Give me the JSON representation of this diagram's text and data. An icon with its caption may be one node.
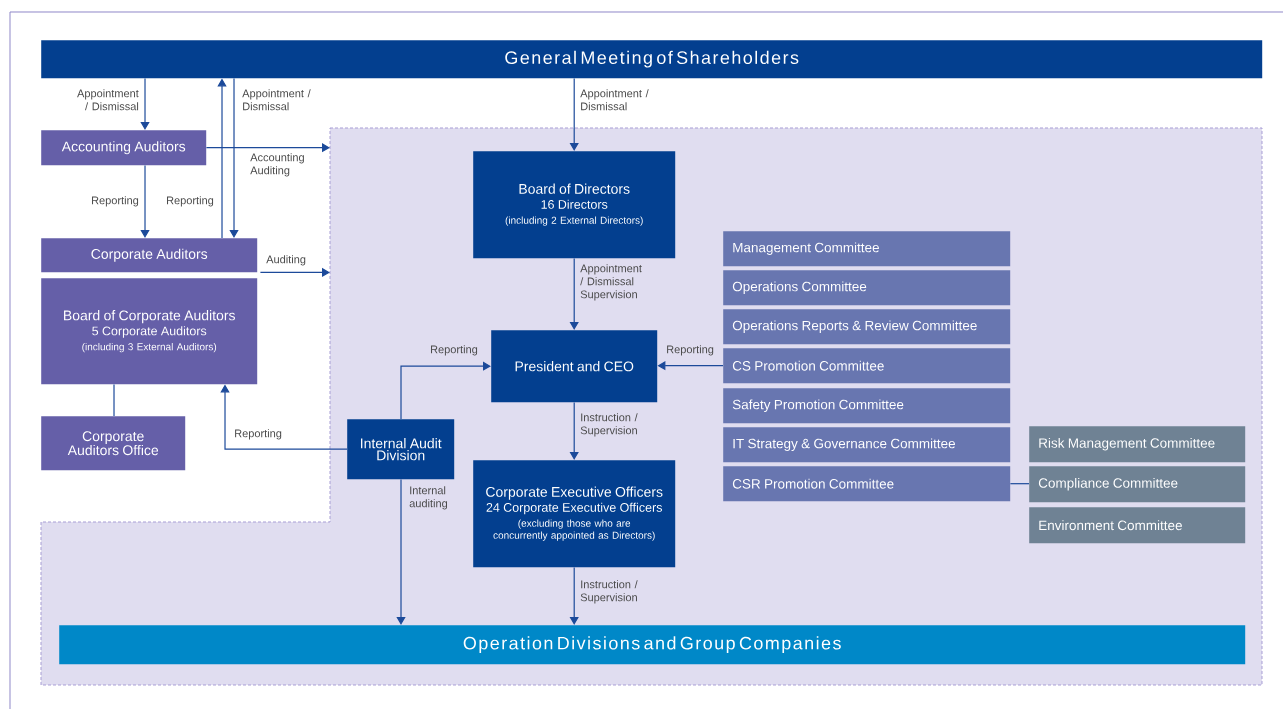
{
  "diagram": {
    "nodes": [
      {
        "text": [
          "General Meeting of Shareholders"
        ]
      },
      {
        "text": [
          "Accounting Auditors"
        ]
      },
      {
        "text": [
          "Corporate Auditors"
        ]
      },
      {
        "text": [
          "Board of Corporate Auditors",
          "5 Corporate Auditors",
          "(including 3 External Auditors)"
        ]
      },
      {
        "text": [
          "Corporate Auditors Office"
        ]
      },
      {
        "text": [],
        "shape": "box"
      },
      {
        "text": [
          "Board of Directors",
          "16 Directors",
          "(including 2 External Directors)"
        ],
        "in": 5
      },
      {
        "text": [
          "President and CEO"
        ],
        "in": 5
      },
      {
        "text": [
          "Internal Audit Division"
        ],
        "in": 5
      },
      {
        "text": [
          "Corporate Executive Officers",
          "24 Corporate Executive Officers",
          "(excluding those who are concurrently appointed as Directors)"
        ],
        "in": 5
      },
      {
        "text": [
          "Management Committee"
        ],
        "in": 5
      },
      {
        "text": [
          "Operations Committee"
        ],
        "in": 5
      },
      {
        "text": [
          "Operations Reports & Review Committee"
        ],
        "in": 5
      },
      {
        "text": [
          "CS Promotion Committee"
        ],
        "in": 5
      },
      {
        "text": [
          "Safety Promotion Committee"
        ],
        "in": 5
      },
      {
        "text": [
          "IT Strategy & Governance Committee"
        ],
        "in": 5
      },
      {
        "text": [
          "CSR Promotion Committee"
        ],
        "in": 5
      },
      {
        "text": [
          "Risk Management Committee"
        ],
        "in": 5
      },
      {
        "text": [
          "Compliance Committee"
        ],
        "in": 5
      },
      {
        "text": [
          "Environment Committee"
        ],
        "in": 5
      },
      {
        "text": [
          "Operation Divisions and Group Companies"
        ],
        "in": 5
      }
    ],
    "edges": [
      {
        "from": 0,
        "to": 1,
        "arrow": "to",
        "label": "Appointment / Dismissal"
      },
      {
        "from": 1,
        "to": 2,
        "arrow": "to",
        "label": "Reporting"
      },
      {
        "from": 2,
        "to": 0,
        "arrow": "to",
        "label": "Reporting"
      },
      {
        "from": 0,
        "to": 2,
        "arrow": "to",
        "label": "Appointment / Dismissal"
      },
      {
        "from": 1,
        "to": 5,
        "arrow": "to",
        "label": "Accounting Auditing"
      },
      {
        "from": 2,
        "to": 5,
        "arrow": "to",
        "label": "Auditing"
      },
      {
        "from": 0,
        "to": 6,
        "arrow": "to",
        "label": "Appointment / Dismissal"
      },
      {
        "from": 3,
        "to": 4,
        "arrow": "none"
      },
      {
        "from": 8,
        "to": 3,
        "arrow": "to",
        "label": "Reporting"
      },
      {
        "from": 8,
        "to": 7,
        "arrow": "to",
        "label": "Reporting"
      },
      {
        "from": 6,
        "to": 7,
        "arrow": "to",
        "label": "Appointment / Dismissal Supervision"
      },
      {
        "from": 13,
        "to": 7,
        "arrow": "to",
        "label": "Reporting"
      },
      {
        "from": 7,
        "to": 9,
        "arrow": "to",
        "label": "Instruction / Supervision"
      },
      {
        "from": 8,
        "to": 20,
        "arrow": "to",
        "label": "Internal auditing"
      },
      {
        "from": 9,
        "to": 20,
        "arrow": "to",
        "label": "Instruction / Supervision"
      },
      {
        "from": 16,
        "to": 18,
        "arrow": "none"
      }
    ]
  }
}
